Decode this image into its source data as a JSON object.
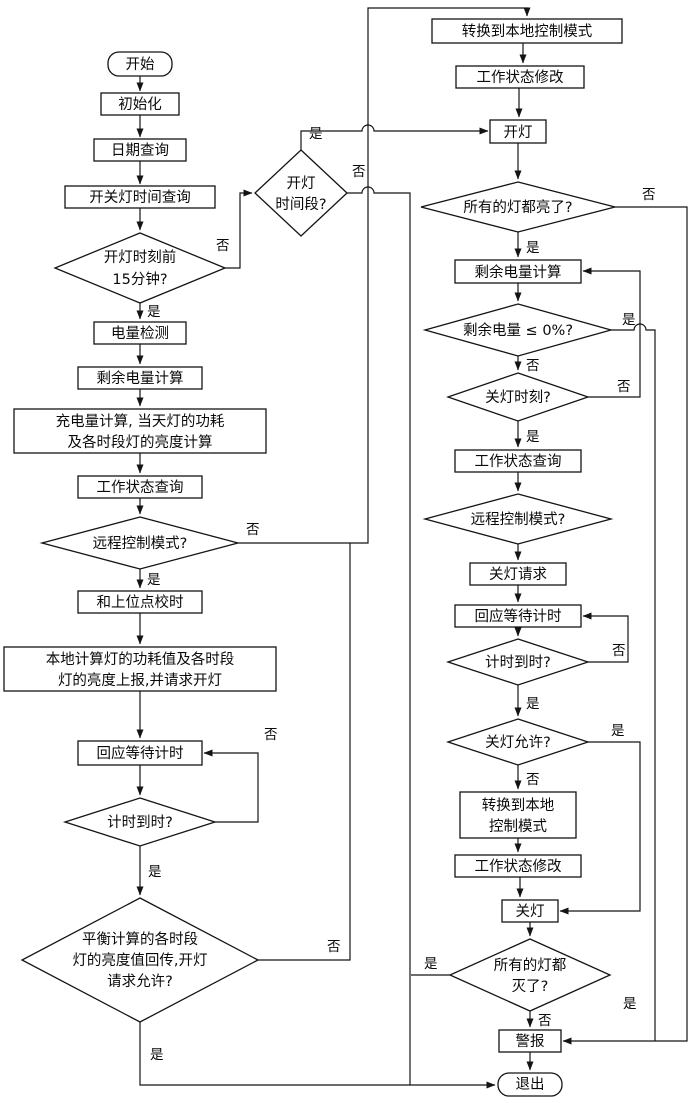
{
  "diagram": {
    "type": "flowchart"
  },
  "labels": {
    "yes": "是",
    "no": "否"
  },
  "nodes": {
    "start": {
      "shape": "terminator",
      "label": "开始"
    },
    "init": {
      "shape": "process",
      "label": "初始化"
    },
    "date_query": {
      "shape": "process",
      "label": "日期查询"
    },
    "switch_time_query": {
      "shape": "process",
      "label": "开关灯时间查询"
    },
    "before_on_15min": {
      "shape": "decision",
      "lines": [
        "开灯时刻前",
        "15分钟?"
      ]
    },
    "power_detect": {
      "shape": "process",
      "label": "电量检测"
    },
    "remaining_calc_left": {
      "shape": "process",
      "label": "剩余电量计算"
    },
    "charge_calc": {
      "shape": "process",
      "lines": [
        "充电量计算, 当天灯的功耗",
        "及各时段灯的亮度计算"
      ]
    },
    "status_query_left": {
      "shape": "process",
      "label": "工作状态查询"
    },
    "remote_mode_left": {
      "shape": "decision",
      "label": "远程控制模式?"
    },
    "time_sync": {
      "shape": "process",
      "label": "和上位点校时"
    },
    "local_calc": {
      "shape": "process",
      "lines": [
        "本地计算灯的功耗值及各时段",
        "灯的亮度上报,并请求开灯"
      ]
    },
    "response_wait_left": {
      "shape": "process",
      "label": "回应等待计时"
    },
    "timer_expired_left": {
      "shape": "decision",
      "label": "计时到时?"
    },
    "balance_allowed": {
      "shape": "decision",
      "lines": [
        "平衡计算的各时段",
        "灯的亮度值回传,开灯",
        "请求允许?"
      ]
    },
    "on_period": {
      "shape": "decision",
      "lines": [
        "开灯",
        "时间段?"
      ]
    },
    "switch_local_top": {
      "shape": "process",
      "label": "转换到本地控制模式"
    },
    "status_modify_top": {
      "shape": "process",
      "label": "工作状态修改"
    },
    "light_on": {
      "shape": "process",
      "label": "开灯"
    },
    "all_lights_on": {
      "shape": "decision",
      "label": "所有的灯都亮了?"
    },
    "remaining_calc_right": {
      "shape": "process",
      "label": "剩余电量计算"
    },
    "battery_empty": {
      "shape": "decision",
      "label": "剩余电量 ≤ 0%?"
    },
    "off_time": {
      "shape": "decision",
      "label": "关灯时刻?"
    },
    "status_query_right": {
      "shape": "process",
      "label": "工作状态查询"
    },
    "remote_mode_right": {
      "shape": "decision",
      "label": "远程控制模式?"
    },
    "off_request": {
      "shape": "process",
      "label": "关灯请求"
    },
    "response_wait_right": {
      "shape": "process",
      "label": "回应等待计时"
    },
    "timer_expired_right": {
      "shape": "decision",
      "label": "计时到时?"
    },
    "off_allowed": {
      "shape": "decision",
      "label": "关灯允许?"
    },
    "switch_local_bottom": {
      "shape": "process",
      "lines": [
        "转换到本地",
        "控制模式"
      ]
    },
    "status_modify_bottom": {
      "shape": "process",
      "label": "工作状态修改"
    },
    "light_off": {
      "shape": "process",
      "label": "关灯"
    },
    "all_lights_off": {
      "shape": "decision",
      "lines": [
        "所有的灯都",
        "灭了?"
      ]
    },
    "alarm": {
      "shape": "process",
      "label": "警报"
    },
    "exit": {
      "shape": "terminator",
      "label": "退出"
    }
  },
  "edges": [
    {
      "from": "start",
      "to": "init"
    },
    {
      "from": "init",
      "to": "date_query"
    },
    {
      "from": "date_query",
      "to": "switch_time_query"
    },
    {
      "from": "switch_time_query",
      "to": "before_on_15min"
    },
    {
      "from": "before_on_15min",
      "to": "power_detect",
      "label": "是"
    },
    {
      "from": "before_on_15min",
      "to": "on_period",
      "label": "否"
    },
    {
      "from": "power_detect",
      "to": "remaining_calc_left"
    },
    {
      "from": "remaining_calc_left",
      "to": "charge_calc"
    },
    {
      "from": "charge_calc",
      "to": "status_query_left"
    },
    {
      "from": "status_query_left",
      "to": "remote_mode_left"
    },
    {
      "from": "remote_mode_left",
      "to": "time_sync",
      "label": "是"
    },
    {
      "from": "remote_mode_left",
      "to": "switch_local_top",
      "label": "否"
    },
    {
      "from": "time_sync",
      "to": "local_calc"
    },
    {
      "from": "local_calc",
      "to": "response_wait_left"
    },
    {
      "from": "response_wait_left",
      "to": "timer_expired_left"
    },
    {
      "from": "timer_expired_left",
      "to": "response_wait_left",
      "label": "否"
    },
    {
      "from": "timer_expired_left",
      "to": "balance_allowed",
      "label": "是"
    },
    {
      "from": "balance_allowed",
      "to": "switch_local_top",
      "label": "否"
    },
    {
      "from": "balance_allowed",
      "to": "exit",
      "label": "是"
    },
    {
      "from": "on_period",
      "to": "light_on",
      "label": "是"
    },
    {
      "from": "on_period",
      "to": "exit",
      "label": "否"
    },
    {
      "from": "switch_local_top",
      "to": "status_modify_top"
    },
    {
      "from": "status_modify_top",
      "to": "light_on"
    },
    {
      "from": "light_on",
      "to": "all_lights_on"
    },
    {
      "from": "all_lights_on",
      "to": "remaining_calc_right",
      "label": "是"
    },
    {
      "from": "all_lights_on",
      "to": "alarm",
      "label": "否"
    },
    {
      "from": "remaining_calc_right",
      "to": "battery_empty"
    },
    {
      "from": "battery_empty",
      "to": "alarm",
      "label": "是"
    },
    {
      "from": "battery_empty",
      "to": "off_time",
      "label": "否"
    },
    {
      "from": "off_time",
      "to": "remaining_calc_right",
      "label": "否"
    },
    {
      "from": "off_time",
      "to": "status_query_right",
      "label": "是"
    },
    {
      "from": "status_query_right",
      "to": "remote_mode_right"
    },
    {
      "from": "remote_mode_right",
      "to": "off_request"
    },
    {
      "from": "off_request",
      "to": "response_wait_right"
    },
    {
      "from": "response_wait_right",
      "to": "timer_expired_right"
    },
    {
      "from": "timer_expired_right",
      "to": "response_wait_right",
      "label": "否"
    },
    {
      "from": "timer_expired_right",
      "to": "off_allowed",
      "label": "是"
    },
    {
      "from": "off_allowed",
      "to": "light_off",
      "label": "是"
    },
    {
      "from": "off_allowed",
      "to": "switch_local_bottom",
      "label": "否"
    },
    {
      "from": "switch_local_bottom",
      "to": "status_modify_bottom"
    },
    {
      "from": "status_modify_bottom",
      "to": "light_off"
    },
    {
      "from": "light_off",
      "to": "all_lights_off"
    },
    {
      "from": "all_lights_off",
      "to": "exit",
      "label": "是"
    },
    {
      "from": "all_lights_off",
      "to": "alarm",
      "label": "否"
    },
    {
      "from": "alarm",
      "to": "exit"
    }
  ]
}
